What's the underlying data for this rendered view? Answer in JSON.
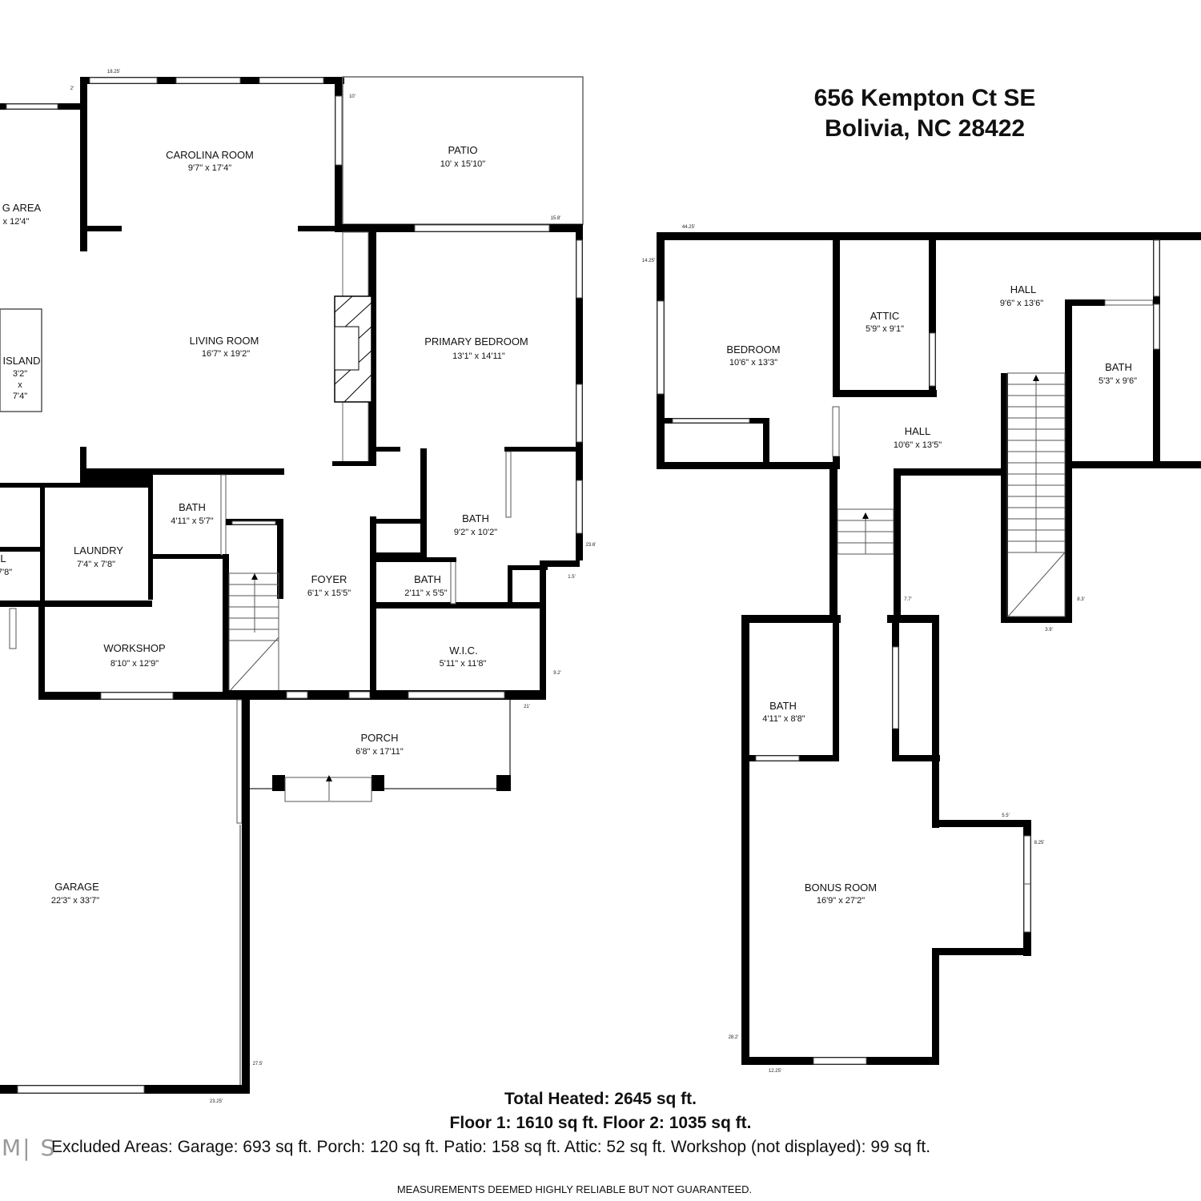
{
  "address": {
    "line1": "656 Kempton Ct SE",
    "line2": "Bolivia, NC 28422"
  },
  "floor1": {
    "rooms": [
      {
        "id": "dining",
        "name": "G AREA",
        "dim": "x 12'4\""
      },
      {
        "id": "carolina",
        "name": "CAROLINA ROOM",
        "dim": "9'7\" x 17'4\""
      },
      {
        "id": "patio",
        "name": "PATIO",
        "dim": "10' x 15'10\""
      },
      {
        "id": "living",
        "name": "LIVING ROOM",
        "dim": "16'7\" x 19'2\""
      },
      {
        "id": "island",
        "name": "ISLAND",
        "dim": "3'2\"",
        "dim_x": "x",
        "dim2": "7'4\""
      },
      {
        "id": "primary",
        "name": "PRIMARY BEDROOM",
        "dim": "13'1\" x 14'11\""
      },
      {
        "id": "bath1",
        "name": "BATH",
        "dim": "4'11\" x 5'7\""
      },
      {
        "id": "laundry",
        "name": "LAUNDRY",
        "dim": "7'4\" x 7'8\""
      },
      {
        "id": "hall_left",
        "name": "L",
        "dim": "7'8\""
      },
      {
        "id": "foyer",
        "name": "FOYER",
        "dim": "6'1\" x 15'5\""
      },
      {
        "id": "bath_primary",
        "name": "BATH",
        "dim": "9'2\" x 10'2\""
      },
      {
        "id": "bath_small",
        "name": "BATH",
        "dim": "2'11\" x 5'5\""
      },
      {
        "id": "workshop",
        "name": "WORKSHOP",
        "dim": "8'10\" x 12'9\""
      },
      {
        "id": "wic",
        "name": "W.I.C.",
        "dim": "5'11\" x 11'8\""
      },
      {
        "id": "porch",
        "name": "PORCH",
        "dim": "6'8\" x 17'11\""
      },
      {
        "id": "garage",
        "name": "GARAGE",
        "dim": "22'3\" x 33'7\""
      }
    ],
    "measurements": [
      "18.25'",
      "2'",
      "10'",
      "15.8'",
      "23.6'",
      "1.5'",
      "9.2'",
      "21'",
      "27.5'",
      "23.25'"
    ]
  },
  "floor2": {
    "rooms": [
      {
        "id": "bedroom",
        "name": "BEDROOM",
        "dim": "10'6\" x 13'3\""
      },
      {
        "id": "attic",
        "name": "ATTIC",
        "dim": "5'9\" x 9'1\""
      },
      {
        "id": "hall_top",
        "name": "HALL",
        "dim": "9'6\" x 13'6\""
      },
      {
        "id": "bath_right",
        "name": "BATH",
        "dim": "5'3\" x 9'6\""
      },
      {
        "id": "hall_mid",
        "name": "HALL",
        "dim": "10'6\" x 13'5\""
      },
      {
        "id": "bath_upper",
        "name": "BATH",
        "dim": "4'11\" x 8'8\""
      },
      {
        "id": "bonus",
        "name": "BONUS ROOM",
        "dim": "16'9\" x 27'2\""
      }
    ],
    "measurements": [
      "44.25'",
      "14.25'",
      "7.7'",
      "8.3'",
      "3.9'",
      "5.5'",
      "8.25'",
      "28.2'",
      "12.25'"
    ]
  },
  "totals": {
    "heated": "Total Heated: 2645 sq ft.",
    "floors": "Floor 1: 1610 sq ft. Floor 2: 1035 sq ft.",
    "excluded": "Excluded Areas: Garage: 693 sq ft. Porch: 120 sq ft. Patio: 158 sq ft. Attic: 52 sq ft. Workshop (not displayed): 99 sq ft."
  },
  "logo": "M| S",
  "disclaimer": "MEASUREMENTS DEEMED HIGHLY RELIABLE BUT NOT GUARANTEED."
}
